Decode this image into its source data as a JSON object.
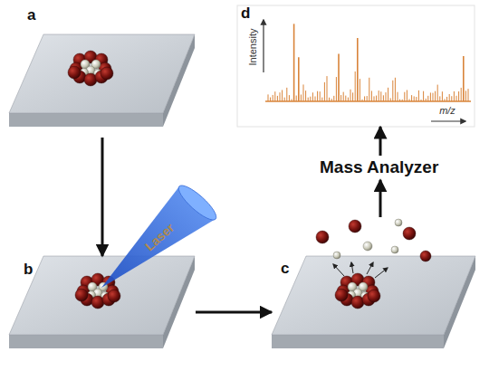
{
  "diagram": {
    "nodes": [
      {
        "text": [
          "a"
        ]
      },
      {
        "text": [
          "d"
        ]
      },
      {
        "text": [
          "Mass Analyzer"
        ]
      },
      {
        "text": [
          "b"
        ]
      },
      {
        "text": [
          "c"
        ]
      }
    ],
    "edges": [
      {
        "from": 0,
        "to": 3,
        "arrow": "to"
      },
      {
        "from": 3,
        "to": 4,
        "arrow": "to"
      },
      {
        "from": 4,
        "to": 2,
        "arrow": "to"
      },
      {
        "from": 2,
        "to": 1,
        "arrow": "to"
      }
    ],
    "labels": [
      "Laser",
      "Intensity",
      "m/z"
    ]
  }
}
